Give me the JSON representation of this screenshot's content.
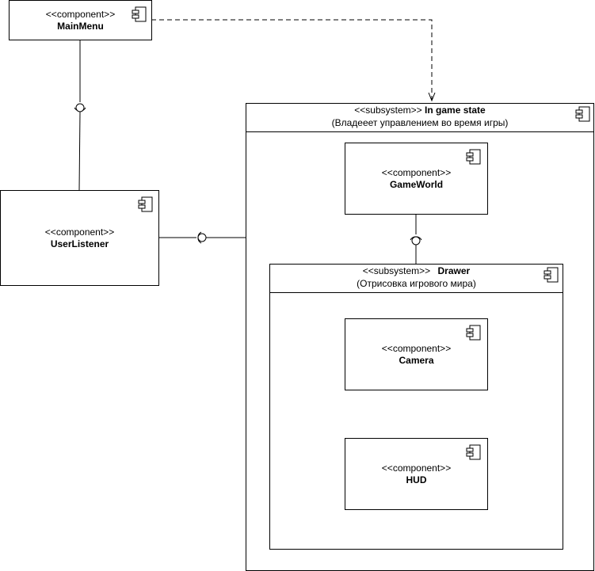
{
  "components": {
    "main_menu": {
      "stereotype": "<<component>>",
      "name": "MainMenu"
    },
    "user_listener": {
      "stereotype": "<<component>>",
      "name": "UserListener"
    },
    "game_world": {
      "stereotype": "<<component>>",
      "name": "GameWorld"
    },
    "camera": {
      "stereotype": "<<component>>",
      "name": "Camera"
    },
    "hud": {
      "stereotype": "<<component>>",
      "name": "HUD"
    }
  },
  "subsystems": {
    "in_game_state": {
      "stereotype": "<<subsystem>>",
      "name": "In game state",
      "description": "(Владееет управлением во время игры)"
    },
    "drawer": {
      "stereotype": "<<subsystem>>",
      "name": "Drawer",
      "description": "(Отрисовка игрового мира)"
    }
  },
  "colors": {
    "line": "#000000",
    "background": "#ffffff"
  },
  "icon": "uml-component-icon"
}
